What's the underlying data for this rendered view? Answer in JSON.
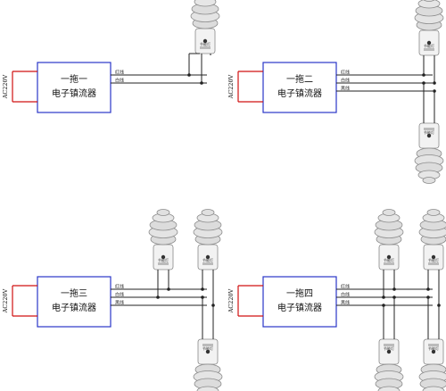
{
  "figure": {
    "ac_label": "AC220V",
    "colors": {
      "wire": "#222222",
      "ac_wire": "#d01010",
      "box_border": "#2a36c8",
      "box_fill": "#ffffff",
      "bulb_glass": "#d8d8d8"
    },
    "wire_labels": {
      "red": "红线",
      "white": "白线",
      "black": "黑线"
    },
    "bulb_icon": "spiral-cfl-bulb-icon",
    "bulb_base_text": "节能灯"
  },
  "panels": [
    {
      "id": "panel-1",
      "title_line1": "一拖一",
      "title_line2": "电子镇流器",
      "wires": [
        "红线",
        "白线"
      ],
      "bulb_count": 1
    },
    {
      "id": "panel-2",
      "title_line1": "一拖二",
      "title_line2": "电子镇流器",
      "wires": [
        "红线",
        "白线",
        "黑线"
      ],
      "bulb_count": 2
    },
    {
      "id": "panel-3",
      "title_line1": "一拖三",
      "title_line2": "电子镇流器",
      "wires": [
        "红线",
        "白线",
        "黑线"
      ],
      "bulb_count": 3
    },
    {
      "id": "panel-4",
      "title_line1": "一拖四",
      "title_line2": "电子镇流器",
      "wires": [
        "红线",
        "白线",
        "黑线"
      ],
      "bulb_count": 4
    }
  ]
}
